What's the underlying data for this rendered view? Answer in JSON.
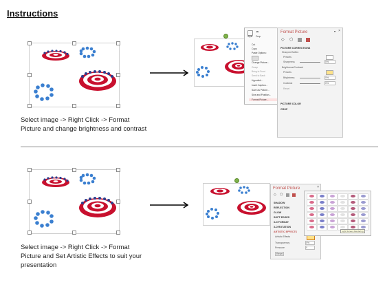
{
  "title": "Instructions",
  "step1": {
    "caption_line1": "Select image -> Right Click -> Format",
    "caption_line2": "Picture and change brightness and contrast",
    "panel": {
      "title": "Format Picture",
      "tab_label": "PICTURE CORRECTIONS",
      "subsection1": "Sharpen/Soften",
      "presets": "Presets",
      "sharpness": "Sharpness",
      "subsection2": "Brightness/Contrast",
      "presets2": "Presets",
      "brightness": "Brightness",
      "contrast": "Contrast",
      "reset": "Reset",
      "picture_color": "PICTURE COLOR",
      "crop": "CROP",
      "sharp_val": "0%",
      "bright_val": "0%",
      "contrast_val": "0%"
    },
    "context_menu": {
      "top_labels": [
        "Style",
        "Crop"
      ],
      "items": [
        "Cut",
        "Copy",
        "Paste Options:",
        "",
        "Change Picture...",
        "Group",
        "Bring to Front",
        "Send to Back",
        "Hyperlink...",
        "Insert Caption...",
        "Save as Picture...",
        "Size and Position...",
        "Format Picture..."
      ]
    }
  },
  "step2": {
    "caption_line1": "Select image -> Right Click -> Format",
    "caption_line2": "Picture and Set Artistic Effects to suit your",
    "caption_line3": "presentation",
    "panel": {
      "title": "Format Picture",
      "items": [
        "SHADOW",
        "REFLECTION",
        "GLOW",
        "SOFT EDGES",
        "3-D FORMAT",
        "3-D ROTATION",
        "ARTISTIC EFFECTS"
      ],
      "artistic_label": "Artistic Effects",
      "transparency": "Transparency",
      "transparency_val": "0%",
      "pressure": "Pressure",
      "pressure_val": "0",
      "reset": "Reset",
      "tooltip": "Light Screen Rendering"
    }
  },
  "colors": {
    "accent_red": "#c0504d",
    "ring_red": "#c8102e",
    "ring_white": "#ffffff",
    "ring_blue": "#2c3e8f",
    "figure_blue": "#3a7fd0",
    "panel_bg": "#f3f3f3"
  },
  "icons": [
    "arrow-right-icon",
    "target-icon",
    "blue-figure-icon",
    "paint-bucket-icon",
    "effects-icon",
    "layout-icon",
    "picture-icon",
    "close-icon",
    "pin-icon"
  ]
}
